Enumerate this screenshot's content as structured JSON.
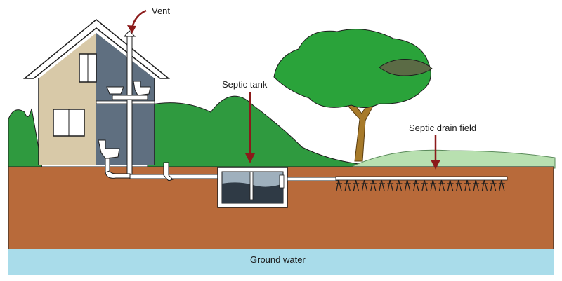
{
  "labels": {
    "vent": "Vent",
    "septic_tank": "Septic tank",
    "septic_drain_field": "Septic drain field",
    "ground_water": "Ground water"
  },
  "colors": {
    "soil": "#b86a3a",
    "ground_water": "#a9dcea",
    "grass": "#2f9a3f",
    "grass_light": "#b8e0b0",
    "tree_canopy": "#2aa33a",
    "tree_trunk": "#a77a2a",
    "house_wall": "#d8c9a8",
    "house_cutaway": "#5f6f80",
    "tank_water": "#2f3a45",
    "pipe": "#ffffff",
    "arrow": "#8b1a1a"
  }
}
